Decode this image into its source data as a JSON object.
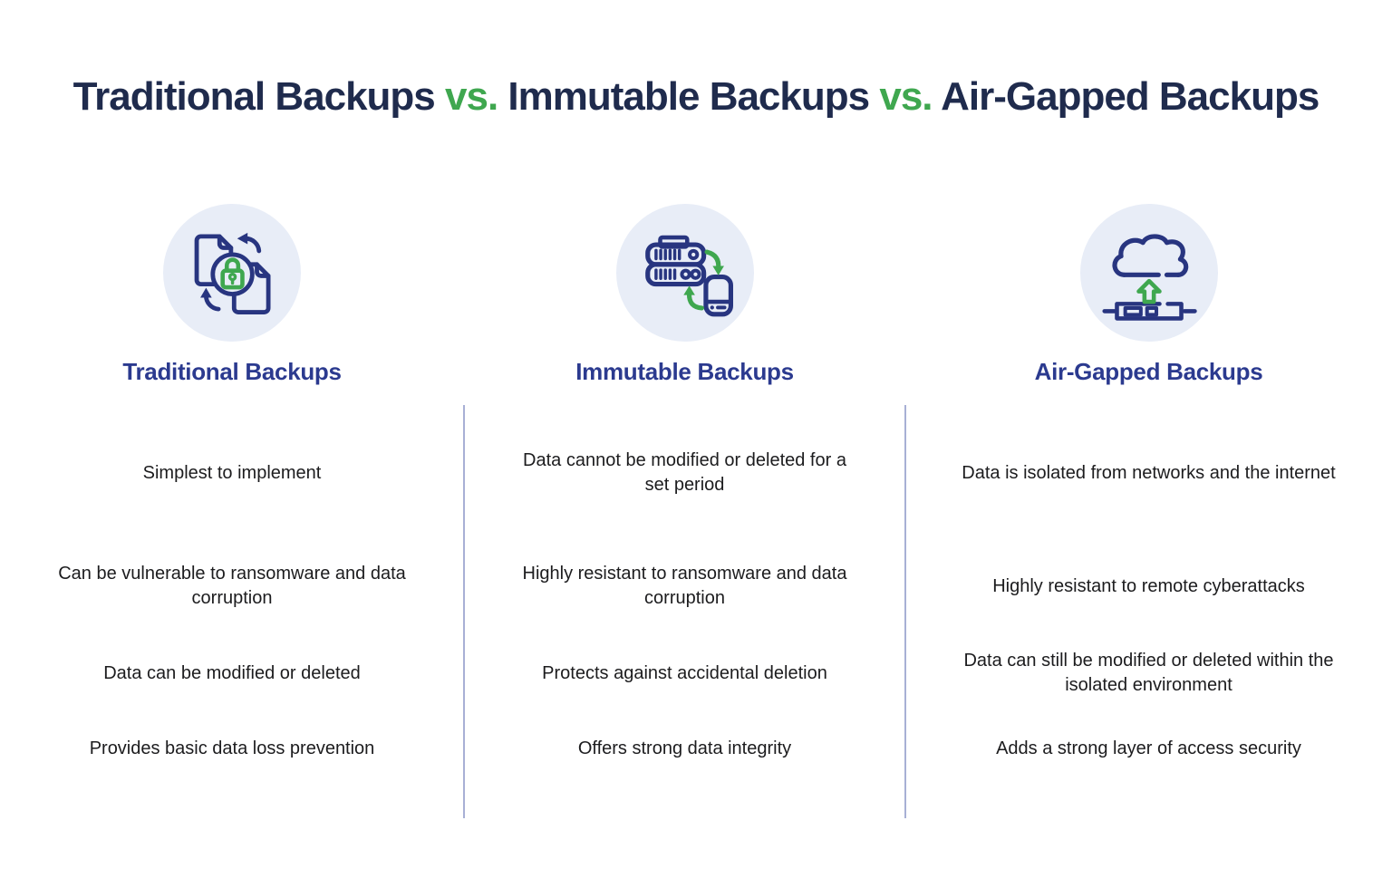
{
  "title": {
    "part1": "Traditional Backups",
    "vs1": "vs.",
    "part2": "Immutable Backups",
    "vs2": "vs.",
    "part3": "Air-Gapped Backups"
  },
  "colors": {
    "title_navy": "#1f2b4d",
    "vs_green": "#3fa74f",
    "heading_blue": "#2b3a8f",
    "icon_stroke_navy": "#283580",
    "icon_stroke_green": "#3fa74f",
    "icon_circle_bg": "#e8edf7",
    "divider": "#a8b0d5",
    "body_text": "#1c1c1e"
  },
  "columns": [
    {
      "heading": "Traditional Backups",
      "icon": "documents-sync-lock-icon",
      "items": [
        "Simplest to implement",
        "Can be vulnerable to ransomware and data corruption",
        "Data can be modified or deleted",
        "Provides basic data loss prevention"
      ]
    },
    {
      "heading": "Immutable Backups",
      "icon": "server-sync-drive-icon",
      "items": [
        "Data cannot be modified or deleted for a set period",
        "Highly resistant to ransomware and data corruption",
        "Protects against accidental deletion",
        "Offers strong data integrity"
      ]
    },
    {
      "heading": "Air-Gapped Backups",
      "icon": "cloud-upload-device-icon",
      "items": [
        "Data is isolated from networks and the internet",
        "Highly resistant to remote cyberattacks",
        "Data can still be modified or deleted within the isolated environment",
        "Adds a strong layer of access security"
      ]
    }
  ]
}
